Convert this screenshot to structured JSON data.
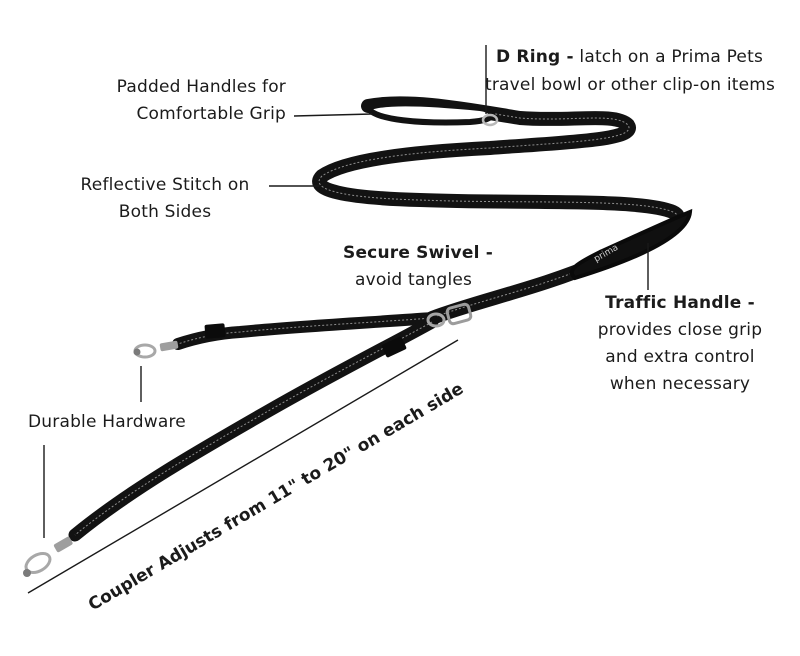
{
  "labels": {
    "padded_handles": [
      "Padded Handles for",
      "Comfortable Grip"
    ],
    "reflective_stitch": [
      "Reflective Stitch on",
      "Both Sides"
    ],
    "d_ring_title": "D Ring -",
    "d_ring_rest": "latch on a Prima Pets",
    "d_ring_line2": "travel bowl or other clip-on items",
    "secure_swivel_title": "Secure Swivel -",
    "secure_swivel_line2": "avoid tangles",
    "traffic_handle_title": "Traffic Handle -",
    "traffic_handle_lines": [
      "provides close grip",
      "and extra control",
      "when necessary"
    ],
    "durable_hardware": "Durable Hardware",
    "coupler_adjusts": "Coupler Adjusts from 11\" to 20\" on each side"
  },
  "logo_text": "prima",
  "colors": {
    "leash": "#121212",
    "stitch": "#8e8e8e",
    "metal": "#b8b8b8",
    "leader": "#1a1a1a",
    "text": "#1b1b1b"
  }
}
